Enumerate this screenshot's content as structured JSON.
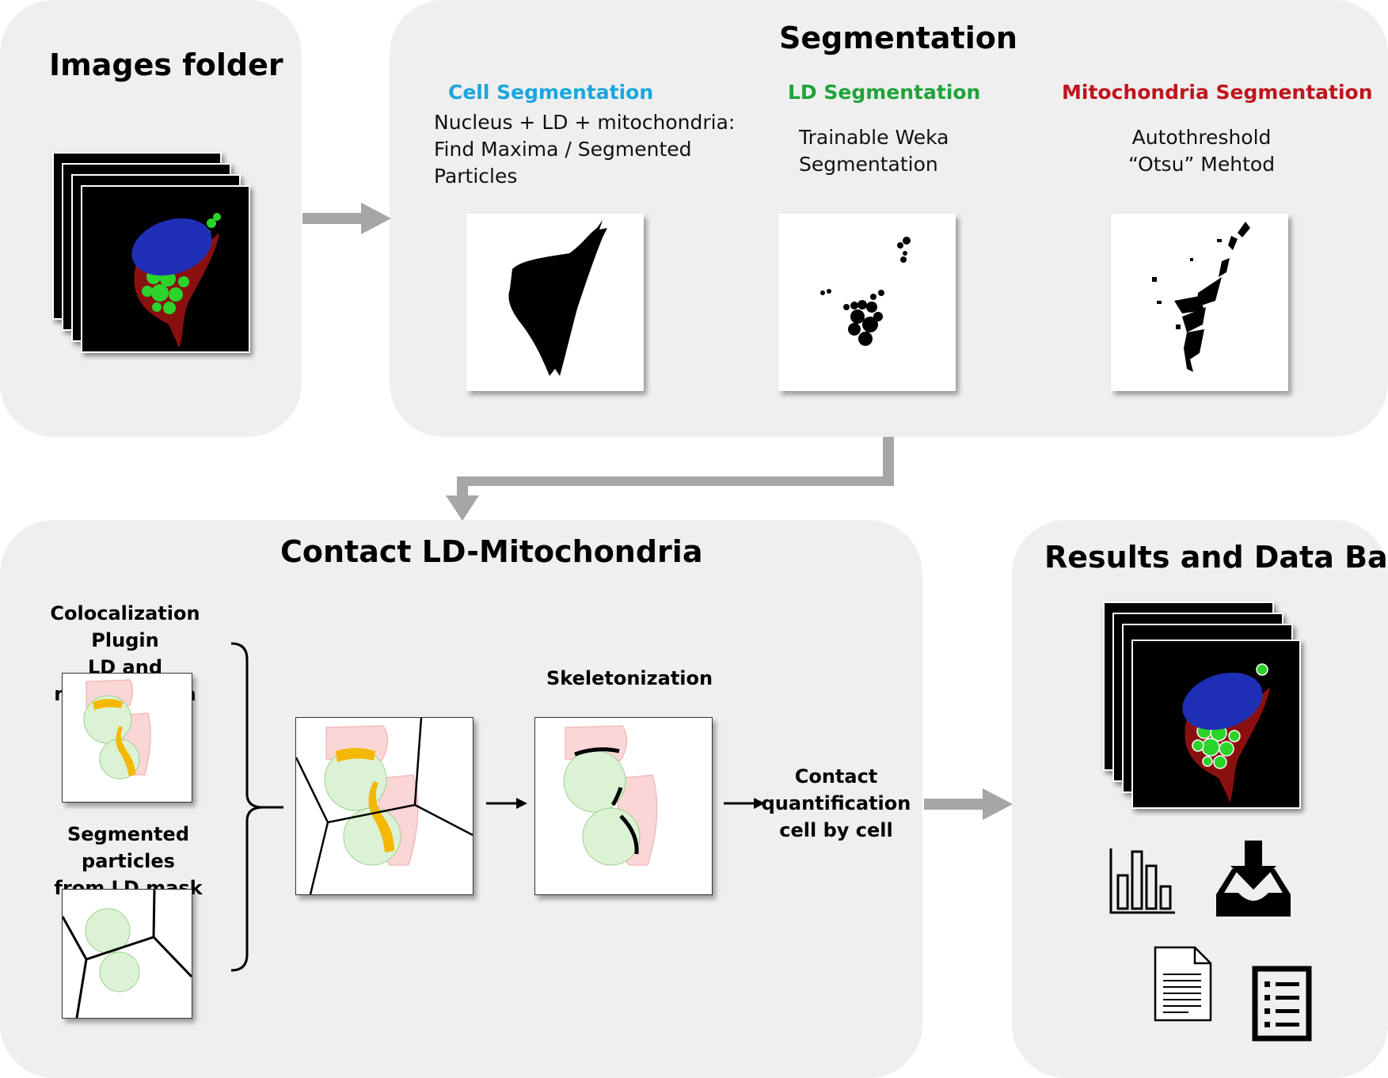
{
  "images_folder": {
    "title": "Images folder"
  },
  "segmentation": {
    "title": "Segmentation",
    "cell": {
      "title": "Cell Segmentation",
      "color": "#1aa6e0",
      "description": "Nucleus + LD + mitochondria:\nFind Maxima / Segmented\nParticles"
    },
    "ld": {
      "title": "LD Segmentation",
      "color": "#1fa33a",
      "description": "Trainable Weka\nSegmentation"
    },
    "mito": {
      "title": "Mitochondria Segmentation",
      "color": "#c0141c",
      "description": "Autothreshold\n“Otsu” Mehtod"
    }
  },
  "contact": {
    "title": "Contact LD-Mitochondria",
    "coloc_label": "Colocalization Plugin\nLD and mitochondria",
    "segmented_label": "Segmented particles\nfrom LD mask",
    "skeleton_label": "Skeletonization",
    "quant_label": "Contact\nquantification\ncell by cell"
  },
  "results": {
    "title": "Results and Data Base"
  },
  "colors": {
    "panel": "#efefef",
    "arrow": "#a6a6a6",
    "ld_fill": "#dcf2d5",
    "mito_fill": "#fbd6d6",
    "contact": "#f5b800",
    "nucleus": "#1f2fb5"
  },
  "icons": [
    "bar-chart-icon",
    "download-tray-icon",
    "document-icon",
    "checklist-icon"
  ]
}
